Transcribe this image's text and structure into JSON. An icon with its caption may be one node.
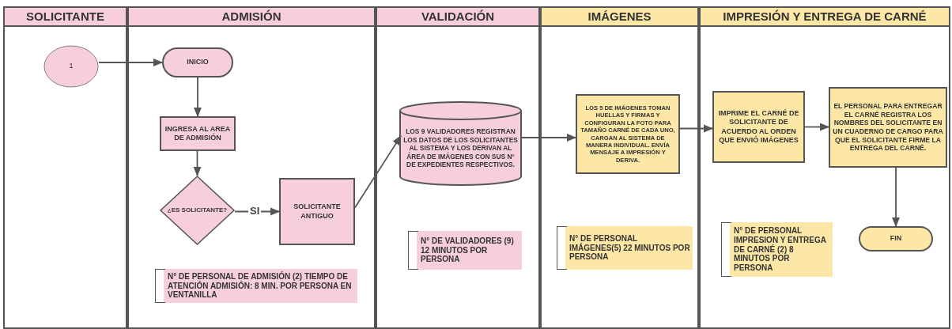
{
  "diagram": {
    "nodes": [
      {
        "text": [
          "SOLICITANTE"
        ]
      },
      {
        "text": [
          "ADMISIÓN"
        ]
      },
      {
        "text": [
          "VALIDACIÓN"
        ]
      },
      {
        "text": [
          "IMÁGENES"
        ]
      },
      {
        "text": [
          "IMPRESIÓN Y ENTREGA DE CARNÉ"
        ]
      },
      {
        "text": [
          "1"
        ],
        "in": 0
      },
      {
        "text": [
          "INICIO"
        ],
        "in": 1
      },
      {
        "text": [
          "INGRESA AL AREA DE ADMISIÓN"
        ],
        "in": 1
      },
      {
        "text": [
          "¿ES SOLICITANTE?"
        ],
        "in": 1
      },
      {
        "text": [
          "SOLICITANTE ANTIGUO"
        ],
        "in": 1
      },
      {
        "text": [
          "N° DE PERSONAL DE ADMISIÓN (2) TIEMPO DE ATENCIÓN ADMISIÓN: 8 MIN. POR PERSONA EN VENTANILLA"
        ],
        "in": 1
      },
      {
        "text": [
          "LOS 9 VALIDADORES REGISTRAN LOS DATOS DE LOS SOLICITANTES AL SISTEMA Y LOS DERIVAN AL ÁREA DE IMÁGENES CON SUS N° DE EXPEDIENTES RESPECTIVOS."
        ],
        "in": 2
      },
      {
        "text": [
          "N° DE VALIDADORES (9) 12 MINUTOS POR PERSONA"
        ],
        "in": 2
      },
      {
        "text": [
          "LOS 5 DE IMÁGENES TOMAN HUELLAS Y FIRMAS Y CONFIGURAN LA FOTO PARA TAMAÑO CARNÉ DE CADA UNO, CARGAN AL SISTEMA DE MANERA INDIVIDUAL. ENVÍA MENSAJE A IMPRESIÓN Y DERIVA."
        ],
        "in": 3
      },
      {
        "text": [
          "N° DE PERSONAL IMÁGENES(5) 22 MINUTOS POR PERSONA"
        ],
        "in": 3
      },
      {
        "text": [
          "IMPRIME EL CARNÉ DE SOLICITANTE DE ACUERDO AL ORDEN QUE ENVIÓ IMÁGENES"
        ],
        "in": 4
      },
      {
        "text": [
          "EL PERSONAL PARA ENTREGAR EL CARNÉ REGISTRA LOS NOMBRES DEL SOLICITANTE EN UN CUADERNO DE CARGO PARA QUE EL SOLICITANTE FIRME LA ENTREGA DEL CARNÉ."
        ],
        "in": 4
      },
      {
        "text": [
          "N° DE PERSONAL IMPRESION Y ENTREGA DE CARNÉ (2) 8 MINUTOS POR PERSONA"
        ],
        "in": 4
      },
      {
        "text": [
          "FIN"
        ],
        "in": 4
      }
    ],
    "edges": [
      {
        "from": 5,
        "to": 6,
        "arrow": "to"
      },
      {
        "from": 6,
        "to": 7,
        "arrow": "to"
      },
      {
        "from": 7,
        "to": 8,
        "arrow": "to"
      },
      {
        "from": 8,
        "to": 9,
        "arrow": "to",
        "label": "SI"
      },
      {
        "from": 9,
        "to": 11,
        "arrow": "to"
      },
      {
        "from": 11,
        "to": 13,
        "arrow": "to"
      },
      {
        "from": 13,
        "to": 15,
        "arrow": "to"
      },
      {
        "from": 15,
        "to": 16,
        "arrow": "to"
      },
      {
        "from": 16,
        "to": 18,
        "arrow": "to"
      }
    ]
  }
}
